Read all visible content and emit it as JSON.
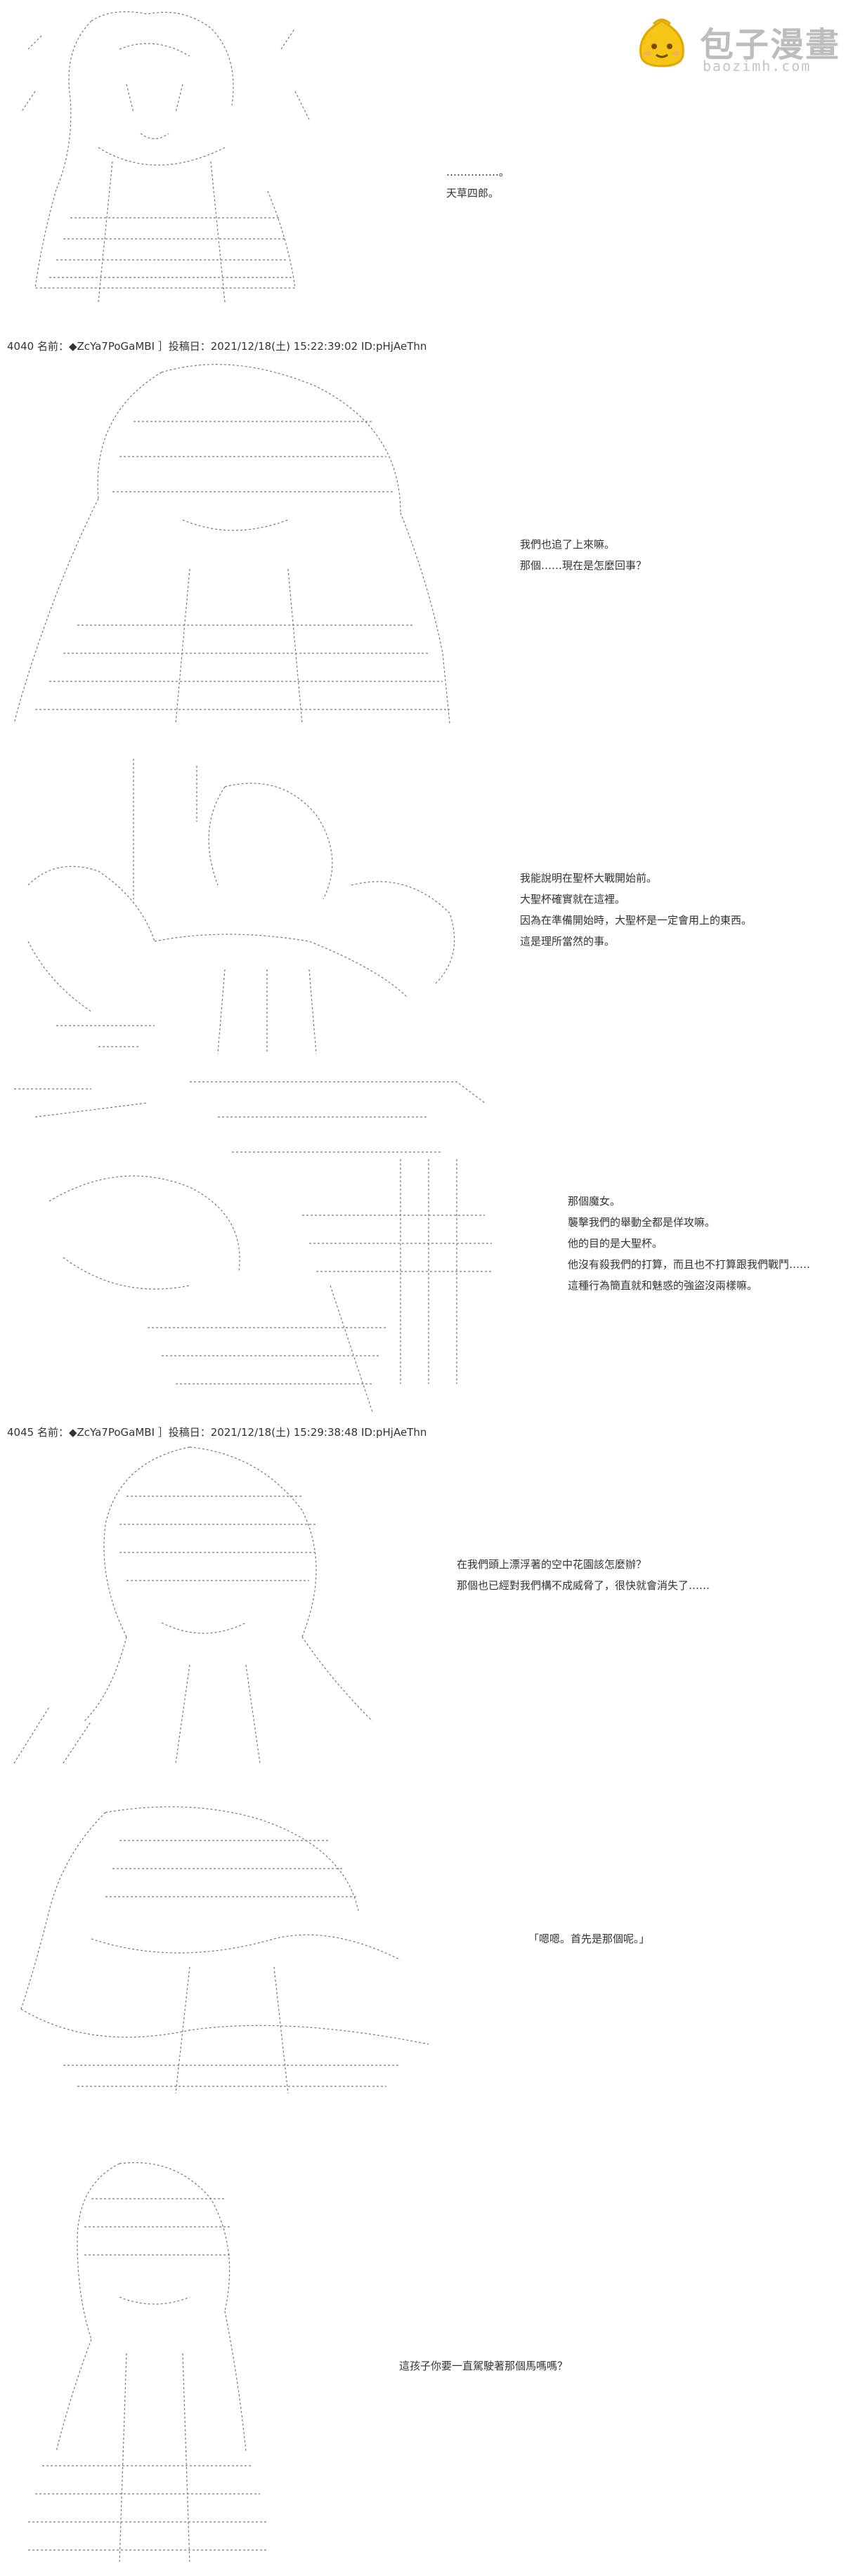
{
  "watermark": {
    "name": "包子漫畫",
    "url": "baozimh.com",
    "colors": {
      "bun": "#f5c518",
      "bun_outline": "#e0a800",
      "face": "#7a4b00",
      "text": "#bdbdbd"
    }
  },
  "posts": [
    {
      "header": "",
      "lines": [
        "……………。",
        "天草四郎。"
      ]
    },
    {
      "header": "4040 名前：◆ZcYa7PoGaMBI ］投稿日：2021/12/18(土) 15:22:39:02 ID:pHjAeThn",
      "lines": [
        "我們也追了上來嘛。",
        "那個……現在是怎麼回事？"
      ]
    },
    {
      "header": "",
      "lines": [
        "我能說明在聖杯大戰開始前。",
        "大聖杯確實就在這裡。",
        "因為在準備開始時，大聖杯是一定會用上的東西。",
        "這是理所當然的事。"
      ]
    },
    {
      "header": "",
      "lines": [
        "那個魔女。",
        "襲擊我們的舉動全都是佯攻嘛。",
        "他的目的是大聖杯。",
        "他沒有殺我們的打算，而且也不打算跟我們戰鬥……",
        "這種行為簡直就和魅惑的強盜沒兩樣嘛。"
      ]
    },
    {
      "header": "4045 名前：◆ZcYa7PoGaMBI ］投稿日：2021/12/18(土) 15:29:38:48 ID:pHjAeThn",
      "lines": [
        "在我們頭上漂浮著的空中花園該怎麼辦？",
        "那個也已經對我們構不成威脅了，很快就會消失了……"
      ]
    },
    {
      "header": "",
      "lines": [
        "「嗯嗯。首先是那個呢。」"
      ]
    },
    {
      "header": "",
      "lines": [
        "這孩子你要一直駕駛著那個馬嗎嗎？"
      ]
    }
  ]
}
